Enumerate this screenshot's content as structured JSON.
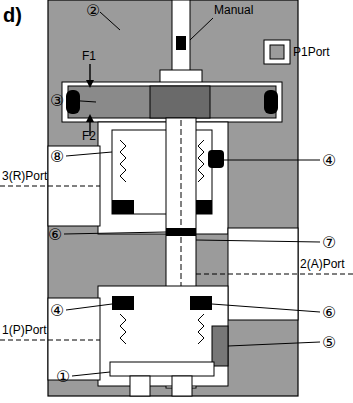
{
  "diagram": {
    "labels": [
      "d)",
      "②",
      "Manual",
      "P1Port",
      "F1",
      "③",
      "F2",
      "⑧",
      "3(R)Port",
      "④",
      "⑥",
      "⑦",
      "2(A)Port",
      "④",
      "1(P)Port",
      "⑥",
      "⑤",
      "①"
    ]
  }
}
